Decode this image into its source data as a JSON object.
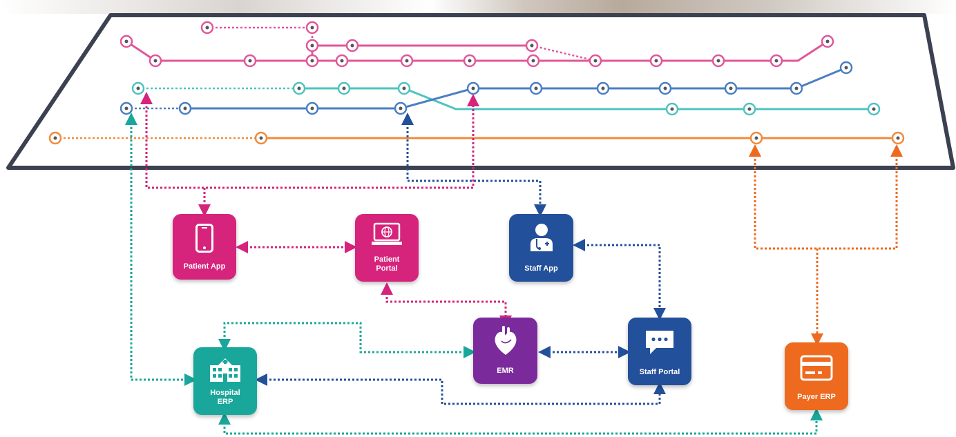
{
  "colors": {
    "patient": "#d6237c",
    "staff": "#23509a",
    "emr": "#7b2a9c",
    "hospital": "#19a79b",
    "payer": "#ee6a1f",
    "teal": "#4fc3c0",
    "blue_line": "#4a7fc1",
    "orange_line": "#f08a3c",
    "board_border": "#3b4150"
  },
  "nodes": {
    "patient_app": {
      "label": "Patient App",
      "icon": "smartphone-icon"
    },
    "patient_portal": {
      "label_line1": "Patient",
      "label_line2": "Portal",
      "icon": "laptop-globe-icon"
    },
    "staff_app": {
      "label": "Staff App",
      "icon": "doctor-icon"
    },
    "emr": {
      "label": "EMR",
      "icon": "heart-icon"
    },
    "staff_portal": {
      "label": "Staff Portal",
      "icon": "chat-bubble-icon"
    },
    "hospital_erp": {
      "label_line1": "Hospital",
      "label_line2": "ERP",
      "icon": "hospital-building-icon"
    },
    "payer_erp": {
      "label": "Payer ERP",
      "icon": "credit-card-icon"
    }
  }
}
